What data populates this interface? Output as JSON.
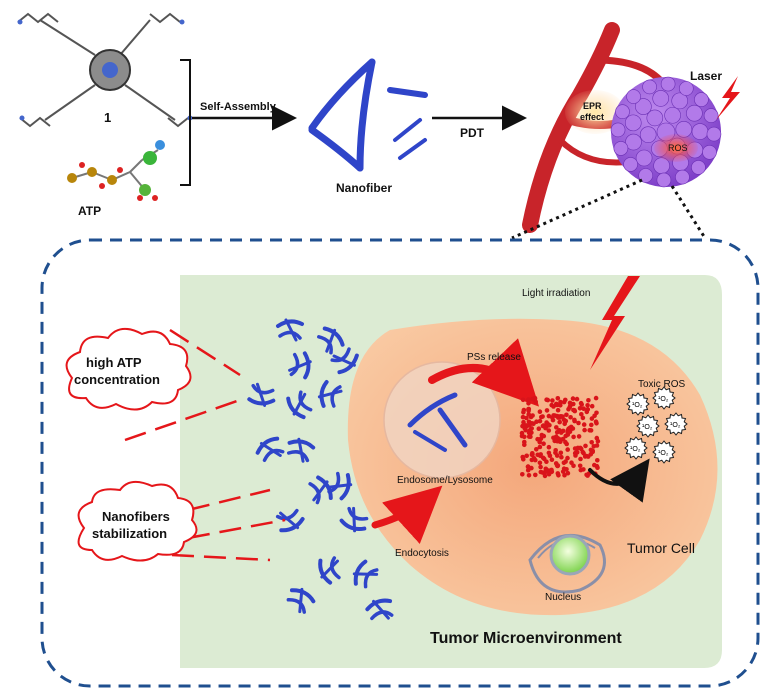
{
  "top": {
    "compound_label": "1",
    "atp_label": "ATP",
    "self_assembly_label": "Self-Assembly",
    "nanofiber_label": "Nanofiber",
    "pdt_label": "PDT",
    "epr_line1": "EPR",
    "epr_line2": "effect",
    "laser_label": "Laser",
    "ros_label": "ROS"
  },
  "bottom": {
    "light_label": "Light irradiation",
    "pss_release_label": "PSs release",
    "toxic_ros_label": "Toxic ROS",
    "endosome_label": "Endosome/Lysosome",
    "endocytosis_label": "Endocytosis",
    "tumor_cell_label": "Tumor Cell",
    "nucleus_label": "Nucleus",
    "microenv_label": "Tumor Microenvironment",
    "cloud1_line1": "high ATP",
    "cloud1_line2": "concentration",
    "cloud2_line1": "Nanofibers",
    "cloud2_line2": "stabilization",
    "singlet_symbol": "¹O₂"
  },
  "colors": {
    "microenv_bg": "#dcebd3",
    "cell": "#f6b98a",
    "fiber": "#2f45c9",
    "red": "#e5161a",
    "vessel": "#c8242a",
    "tumor": "#9c55e0",
    "dash_border": "#1f4f8f"
  }
}
